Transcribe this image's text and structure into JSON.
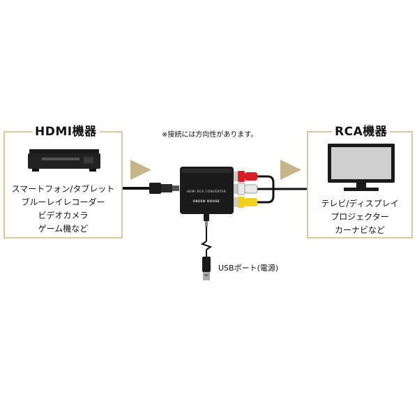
{
  "note": "※接続には方向性があります。",
  "hdmi_box": {
    "title": "HDMI機器",
    "devices": [
      "スマートフォン/タブレット",
      "ブルーレイレコーダー",
      "ビデオカメラ",
      "ゲーム機など"
    ]
  },
  "rca_box": {
    "title": "RCA機器",
    "devices": [
      "テレビ/ディスプレイ",
      "プロジェクター",
      "カーナビなど"
    ]
  },
  "converter": {
    "model_text": "HDMI RCA CONVERTER",
    "brand_text": "GREEN HOUSE"
  },
  "usb_label": "USBポート(電源)",
  "colors": {
    "border": "#d6c8a3",
    "arrow": "#c7b58a",
    "device_body": "#1a1a1a",
    "rca_red": "#d91f26",
    "rca_white": "#e9e9e9",
    "rca_yellow": "#f2cf1f"
  }
}
